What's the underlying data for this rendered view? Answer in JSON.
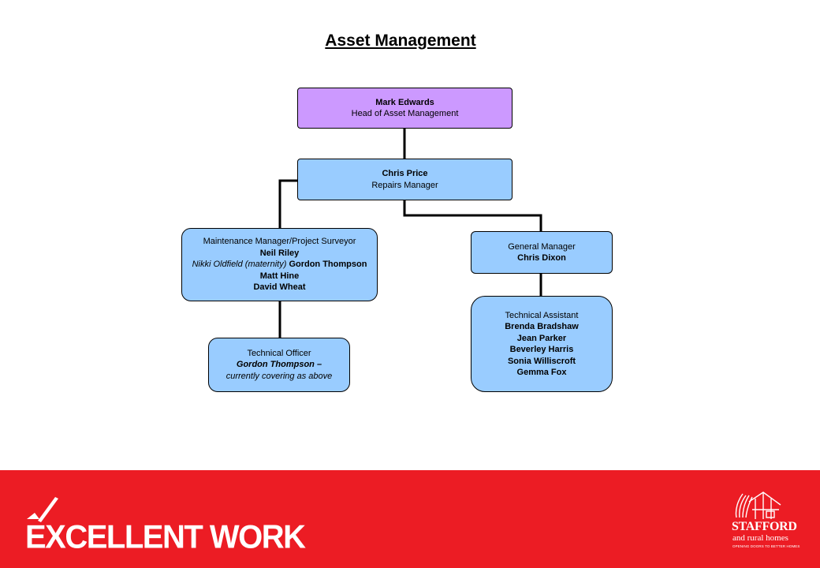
{
  "title": "Asset Management",
  "nodes": {
    "head": {
      "name": "Mark Edwards",
      "role": "Head of Asset Management",
      "color": "#cc99ff"
    },
    "repairs": {
      "name": "Chris Price",
      "role": "Repairs Manager",
      "color": "#99ccff"
    },
    "maintenance": {
      "role": "Maintenance Manager/Project Surveyor",
      "name1": "Neil Riley",
      "note": "Nikki Oldfield (maternity)",
      "name2": "Gordon Thompson",
      "name3": "Matt Hine",
      "name4": "David Wheat"
    },
    "general_manager": {
      "role": "General Manager",
      "name": "Chris Dixon"
    },
    "technical_officer": {
      "role": "Technical Officer",
      "line1": "Gordon Thompson –",
      "line2": "currently covering as above"
    },
    "technical_assistant": {
      "role": "Technical Assistant",
      "members": [
        "Brenda Bradshaw",
        "Jean Parker",
        "Beverley Harris",
        "Sonia Williscroft",
        "Gemma Fox"
      ]
    }
  },
  "footer": {
    "campaign_logo_text": "EXCELLENT WORK",
    "org_name": "STAFFORD",
    "org_subname": "and rural homes",
    "org_tagline": "OPENING DOORS TO BETTER HOMES",
    "background_color": "#ec1c24"
  }
}
